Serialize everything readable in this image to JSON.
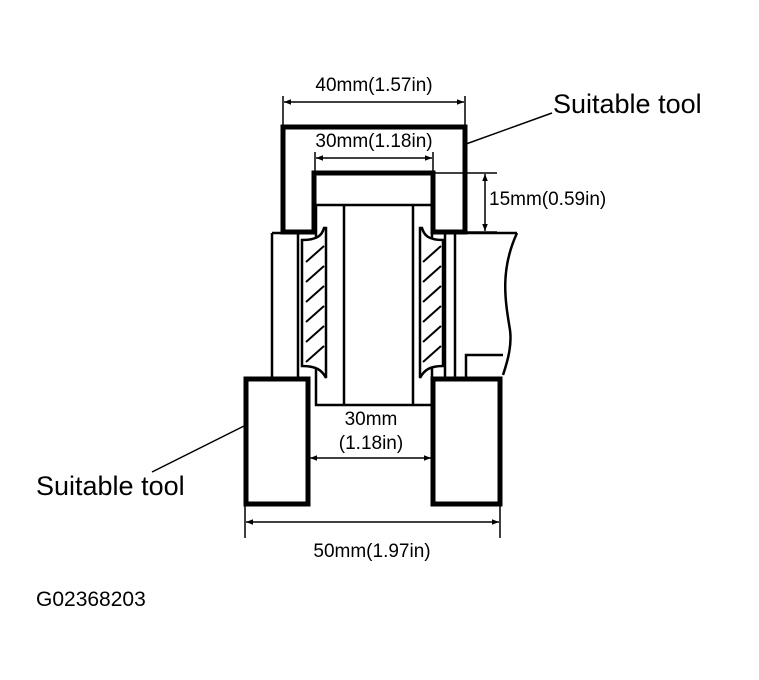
{
  "labels": {
    "tool_top": "Suitable tool",
    "tool_bottom": "Suitable tool",
    "figure_code": "G02368203"
  },
  "dimensions": {
    "top_outer_width": "40mm(1.57in)",
    "top_inner_width": "30mm(1.18in)",
    "top_height": "15mm(0.59in)",
    "bottom_gap_mm": "30mm",
    "bottom_gap_in": "(1.18in)",
    "bottom_outer_width": "50mm(1.97in)"
  }
}
